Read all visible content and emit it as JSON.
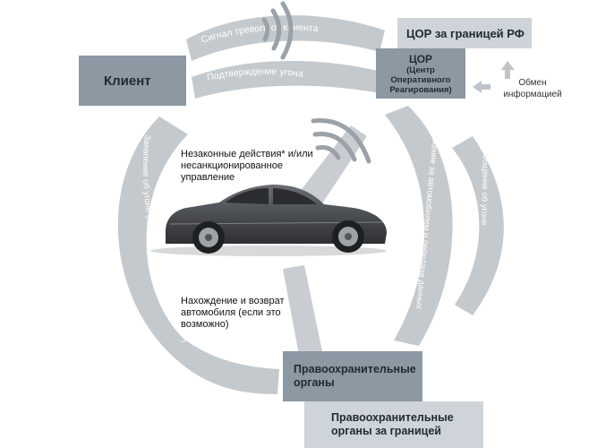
{
  "nodes": {
    "client": "Клиент",
    "cor_title": "ЦОР",
    "cor_sub": "(Центр Оперативного Реагирования)",
    "cor_abroad": "ЦОР за границей РФ",
    "exchange": "Обмен информацией",
    "law": "Правоохранительные органы",
    "law_abroad": "Правоохранительные органы за границей"
  },
  "arcs": {
    "alarm": "Сигнал тревоги от клиента",
    "confirm": "Подтверждение угона",
    "tracking": "Слежение за автомобилем и передача данных",
    "theft_msg": "Сообщение об угоне",
    "report": "Заявление об угоне (клиентом или сотрудником ЦОР)"
  },
  "notes": {
    "illegal": "Незаконные действия* и/или несанкционированное управление",
    "recovery": "Нахождение и возврат автомобиля (если это возможно)"
  },
  "colors": {
    "arc": "#b9bec3",
    "box_dark": "#8c98a2",
    "box_mid": "#b2bac1",
    "box_light": "#ced4d9",
    "signal": "#9aa1a7",
    "car_body": "#4b4e52"
  }
}
